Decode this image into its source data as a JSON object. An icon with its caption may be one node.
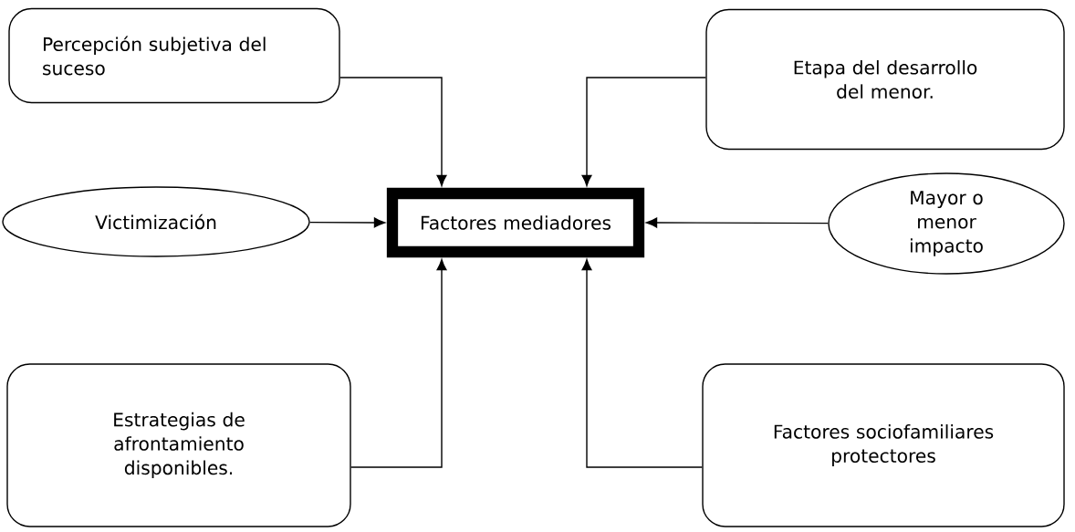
{
  "diagram": {
    "nodes": [
      {
        "text": [
          "Percepción subjetiva del suceso"
        ]
      },
      {
        "text": [
          "Etapa del desarrollo del menor."
        ]
      },
      {
        "text": [
          "Victimización"
        ]
      },
      {
        "text": [
          "Factores mediadores"
        ]
      },
      {
        "text": [
          "Mayor o menor impacto"
        ]
      },
      {
        "text": [
          "Estrategias de afrontamiento disponibles."
        ]
      },
      {
        "text": [
          "Factores sociofamiliares protectores"
        ]
      }
    ],
    "edges": [
      {
        "from": 0,
        "to": 3,
        "arrow": "to"
      },
      {
        "from": 1,
        "to": 3,
        "arrow": "to"
      },
      {
        "from": 2,
        "to": 3,
        "arrow": "to"
      },
      {
        "from": 4,
        "to": 3,
        "arrow": "to"
      },
      {
        "from": 5,
        "to": 3,
        "arrow": "to"
      },
      {
        "from": 6,
        "to": 3,
        "arrow": "to"
      }
    ]
  }
}
